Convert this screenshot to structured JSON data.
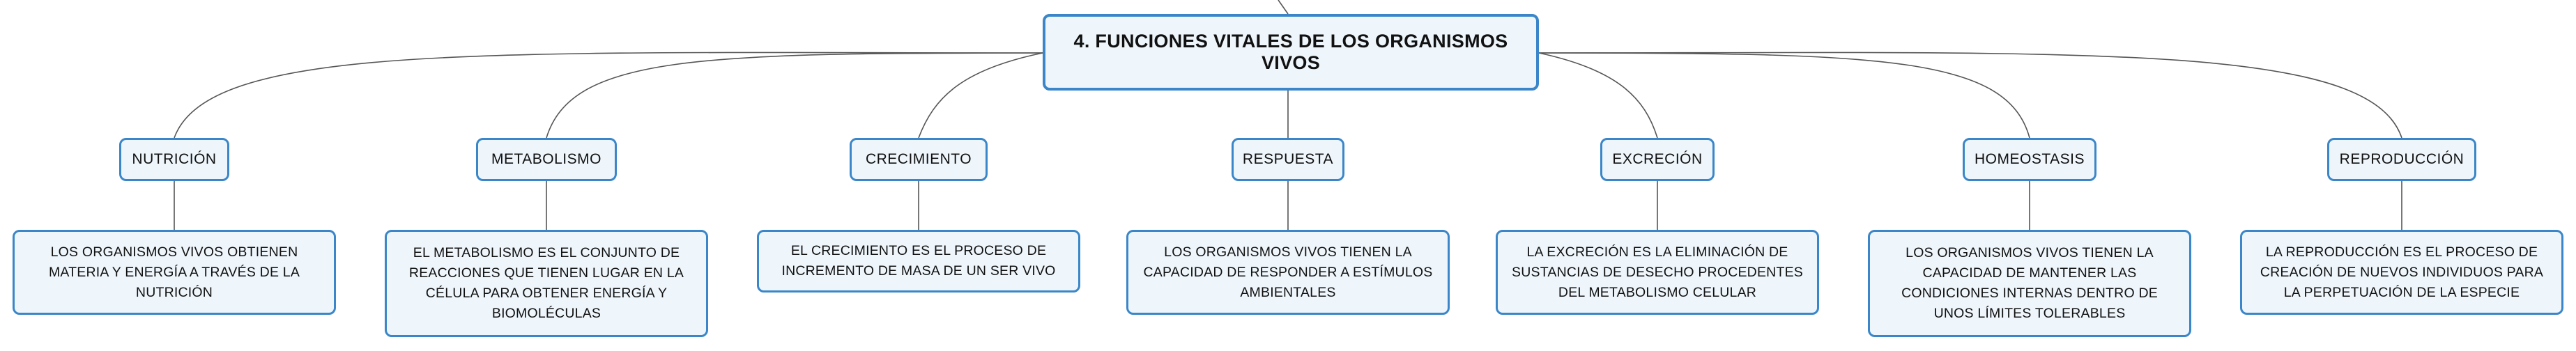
{
  "root": {
    "title": "4. FUNCIONES VITALES DE LOS ORGANISMOS VIVOS"
  },
  "branches": [
    {
      "label": "NUTRICIÓN",
      "description": "LOS ORGANISMOS VIVOS OBTIENEN MATERIA Y ENERGÍA A TRAVÉS DE LA NUTRICIÓN"
    },
    {
      "label": "METABOLISMO",
      "description": "EL METABOLISMO ES EL CONJUNTO DE REACCIONES QUE TIENEN LUGAR EN LA CÉLULA PARA OBTENER ENERGÍA Y BIOMOLÉCULAS"
    },
    {
      "label": "CRECIMIENTO",
      "description": "EL CRECIMIENTO ES EL PROCESO DE INCREMENTO DE MASA DE UN SER VIVO"
    },
    {
      "label": "RESPUESTA",
      "description": "LOS ORGANISMOS VIVOS TIENEN LA CAPACIDAD DE RESPONDER A ESTÍMULOS AMBIENTALES"
    },
    {
      "label": "EXCRECIÓN",
      "description": "LA EXCRECIÓN ES LA ELIMINACIÓN DE SUSTANCIAS DE DESECHO PROCEDENTES DEL METABOLISMO CELULAR"
    },
    {
      "label": "HOMEOSTASIS",
      "description": "LOS ORGANISMOS VIVOS TIENEN LA CAPACIDAD DE MANTENER LAS CONDICIONES INTERNAS DENTRO DE UNOS LÍMITES TOLERABLES"
    },
    {
      "label": "REPRODUCCIÓN",
      "description": "LA REPRODUCCIÓN ES EL PROCESO DE CREACIÓN DE NUEVOS INDIVIDUOS PARA LA PERPETUACIÓN DE LA ESPECIE"
    }
  ]
}
